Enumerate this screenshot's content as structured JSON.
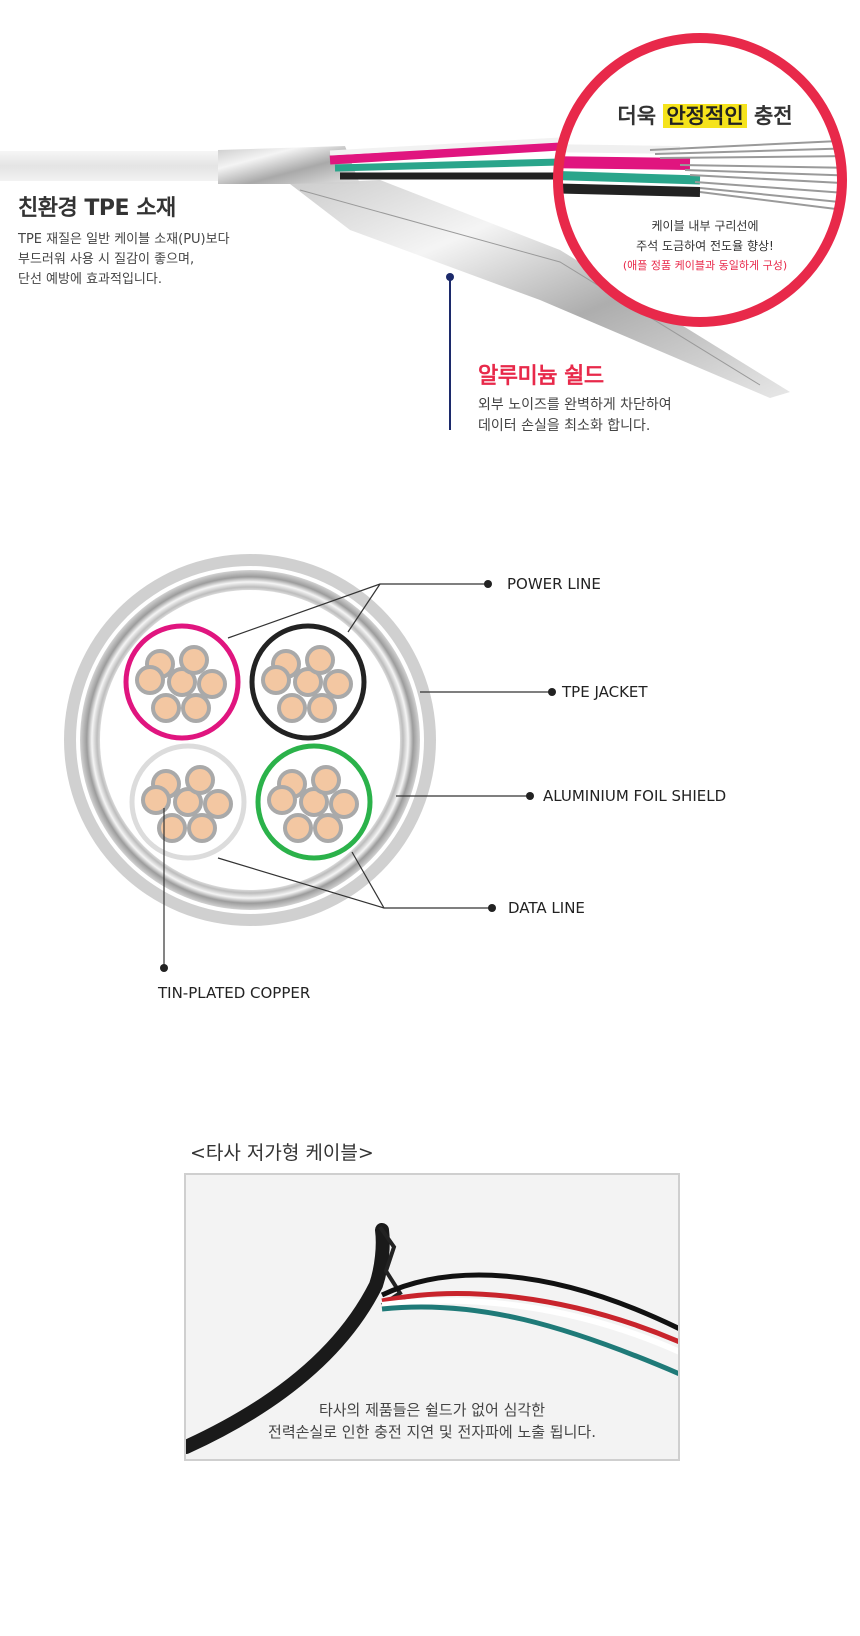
{
  "section_tpe": {
    "title": "친환경 TPE 소재",
    "desc": [
      "TPE 재질은 일반 케이블 소재(PU)보다",
      "부드러워 사용 시 질감이 좋으며,",
      "단선 예방에 효과적입니다."
    ]
  },
  "section_circle": {
    "title_pre": "더욱",
    "title_highlight": "안정적인",
    "title_post": "충전",
    "desc": [
      "케이블 내부 구리선에",
      "주석 도금하여 전도율 향상!"
    ],
    "note": "(애플 정품 케이블과 동일하게 구성)"
  },
  "section_aluminium": {
    "title": "알루미늄 쉴드",
    "desc": [
      "외부 노이즈를 완벽하게 차단하여",
      "데이터 손실을 최소화 합니다."
    ]
  },
  "cross_section": {
    "labels": {
      "power_line": "POWER LINE",
      "tpe_jacket": "TPE JACKET",
      "aluminium_foil_shield": "ALUMINIUM FOIL SHIELD",
      "data_line": "DATA LINE",
      "tin_plated_copper": "TIN-PLATED COPPER"
    },
    "wire_colors": {
      "power_1": "#e0157f",
      "power_2": "#222222",
      "data_1": "#dcdcdc",
      "data_2": "#2bb24a",
      "copper": "#f3c7a2",
      "strand_ring": "#a9a9a9"
    }
  },
  "comparison": {
    "title": "<타사 저가형 케이블>",
    "caption": [
      "타사의 제품들은 쉴드가 없어 심각한",
      "전력손실로 인한 충전 지연 및 전자파에 노출 됩니다."
    ]
  },
  "colors": {
    "accent_red": "#e8294a",
    "highlight_yellow": "#f5e31c",
    "leader_navy": "#1c2a6b"
  }
}
